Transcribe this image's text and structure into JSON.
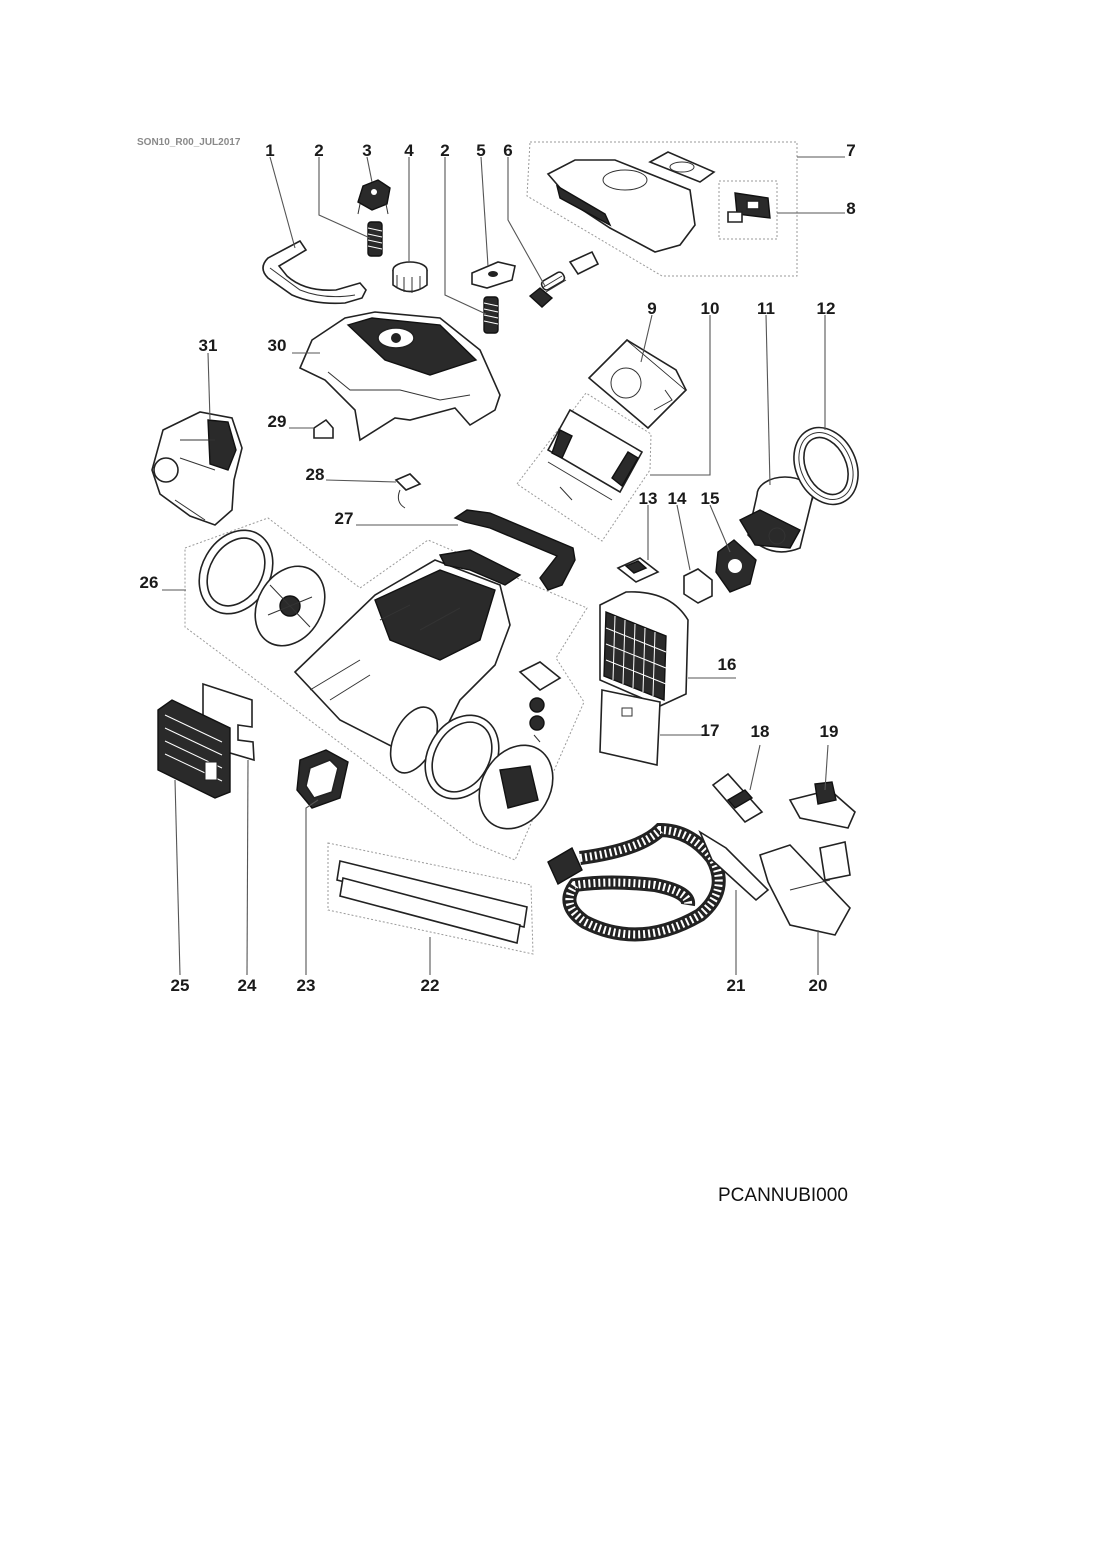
{
  "drawing_code": "SON10_R00_JUL2017",
  "document_id": "PCANNUBI000",
  "labels": [
    "1",
    "2",
    "3",
    "4",
    "2",
    "5",
    "6",
    "7",
    "8",
    "9",
    "10",
    "11",
    "12",
    "31",
    "30",
    "29",
    "28",
    "27",
    "13",
    "14",
    "15",
    "26",
    "16",
    "17",
    "18",
    "19",
    "25",
    "24",
    "23",
    "22",
    "21",
    "20"
  ]
}
